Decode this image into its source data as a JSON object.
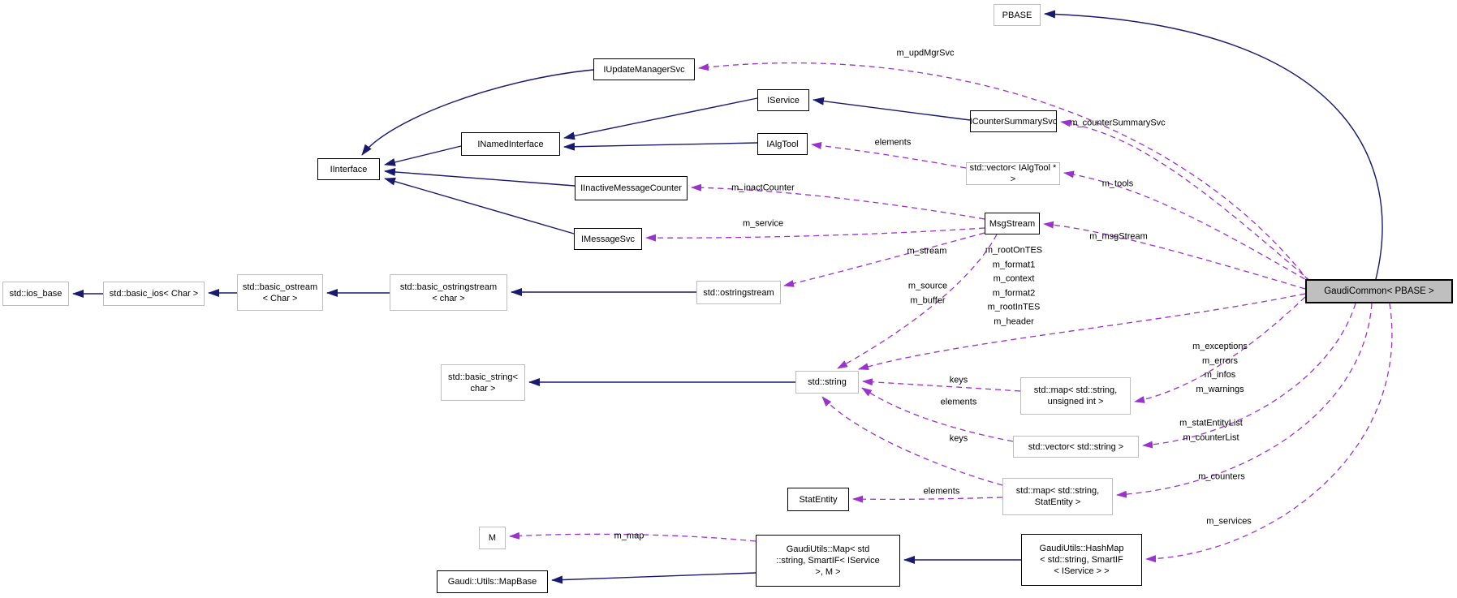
{
  "diagram": {
    "type": "class-collaboration-graph",
    "main_class": "GaudiCommon< PBASE >",
    "colors": {
      "inheritance_edge": "#191970",
      "usage_edge": "#9a32cd",
      "main_node_fill": "#bfbfbf",
      "class_border": "#000000",
      "external_border": "#bdbdbd"
    },
    "nodes": [
      {
        "id": "pbase",
        "label": "PBASE"
      },
      {
        "id": "iupdatemanagersvc",
        "label": "IUpdateManagerSvc"
      },
      {
        "id": "iservice",
        "label": "IService"
      },
      {
        "id": "inamedinterface",
        "label": "INamedInterface"
      },
      {
        "id": "ialgtool",
        "label": "IAlgTool"
      },
      {
        "id": "iinterface",
        "label": "IInterface"
      },
      {
        "id": "iinactivemessagecounter",
        "label": "IInactiveMessageCounter"
      },
      {
        "id": "imessagesvc",
        "label": "IMessageSvc"
      },
      {
        "id": "icountersummarysvc",
        "label": "ICounterSummarySvc"
      },
      {
        "id": "vector_ialgtool",
        "label": "std::vector< IAlgTool * >"
      },
      {
        "id": "msgstream",
        "label": "MsgStream"
      },
      {
        "id": "ios_base",
        "label": "std::ios_base"
      },
      {
        "id": "basic_ios",
        "label": "std::basic_ios< Char >"
      },
      {
        "id": "basic_ostream",
        "label": "std::basic_ostream\n< Char >"
      },
      {
        "id": "basic_ostringstream",
        "label": "std::basic_ostringstream\n< char >"
      },
      {
        "id": "ostringstream",
        "label": "std::ostringstream"
      },
      {
        "id": "basic_string",
        "label": "std::basic_string<\nchar >"
      },
      {
        "id": "stdstring",
        "label": "std::string"
      },
      {
        "id": "map_string_uint",
        "label": "std::map< std::string,\nunsigned int >"
      },
      {
        "id": "vector_string",
        "label": "std::vector< std::string >"
      },
      {
        "id": "map_string_statentity",
        "label": "std::map< std::string,\nStatEntity >"
      },
      {
        "id": "statentity",
        "label": "StatEntity"
      },
      {
        "id": "m",
        "label": "M"
      },
      {
        "id": "mapbase",
        "label": "Gaudi::Utils::MapBase"
      },
      {
        "id": "gaudiutils_map",
        "label": "GaudiUtils::Map< std\n::string, SmartIF< IService\n>, M >"
      },
      {
        "id": "gaudiutils_hashmap",
        "label": "GaudiUtils::HashMap\n< std::string, SmartIF\n< IService > >"
      },
      {
        "id": "gaudicommon",
        "label": "GaudiCommon< PBASE >"
      }
    ],
    "edge_labels": [
      {
        "text": "m_updMgrSvc"
      },
      {
        "text": "m_counterSummarySvc"
      },
      {
        "text": "elements"
      },
      {
        "text": "m_tools"
      },
      {
        "text": "m_msgStream"
      },
      {
        "text": "m_inactCounter"
      },
      {
        "text": "m_service"
      },
      {
        "text": "m_stream"
      },
      {
        "text": "m_source\nm_buffer"
      },
      {
        "text": "m_rootOnTES\nm_format1\nm_context\nm_format2\nm_rootInTES\nm_header"
      },
      {
        "text": "keys"
      },
      {
        "text": "elements"
      },
      {
        "text": "keys"
      },
      {
        "text": "elements"
      },
      {
        "text": "m_exceptions\nm_errors\nm_infos\nm_warnings"
      },
      {
        "text": "m_statEntityList\nm_counterList"
      },
      {
        "text": "m_counters"
      },
      {
        "text": "m_services"
      },
      {
        "text": "m_map"
      }
    ],
    "edges": [
      {
        "from": "IUpdateManagerSvc",
        "to": "IInterface",
        "relation": "inheritance"
      },
      {
        "from": "INamedInterface",
        "to": "IInterface",
        "relation": "inheritance"
      },
      {
        "from": "IInactiveMessageCounter",
        "to": "IInterface",
        "relation": "inheritance"
      },
      {
        "from": "IMessageSvc",
        "to": "IInterface",
        "relation": "inheritance"
      },
      {
        "from": "IService",
        "to": "INamedInterface",
        "relation": "inheritance"
      },
      {
        "from": "IAlgTool",
        "to": "INamedInterface",
        "relation": "inheritance"
      },
      {
        "from": "ICounterSummarySvc",
        "to": "IService",
        "relation": "inheritance"
      },
      {
        "from": "std::basic_ios< Char >",
        "to": "std::ios_base",
        "relation": "inheritance"
      },
      {
        "from": "std::basic_ostream< Char >",
        "to": "std::basic_ios< Char >",
        "relation": "inheritance"
      },
      {
        "from": "std::basic_ostringstream< char >",
        "to": "std::basic_ostream< Char >",
        "relation": "inheritance"
      },
      {
        "from": "std::ostringstream",
        "to": "std::basic_ostringstream< char >",
        "relation": "inheritance"
      },
      {
        "from": "std::string",
        "to": "std::basic_string< char >",
        "relation": "inheritance"
      },
      {
        "from": "GaudiUtils::HashMap< std::string, SmartIF< IService > >",
        "to": "GaudiUtils::Map< std::string, SmartIF< IService >, M >",
        "relation": "inheritance"
      },
      {
        "from": "GaudiUtils::Map< std::string, SmartIF< IService >, M >",
        "to": "Gaudi::Utils::MapBase",
        "relation": "inheritance"
      },
      {
        "from": "GaudiCommon< PBASE >",
        "to": "PBASE",
        "relation": "inheritance"
      },
      {
        "from": "GaudiCommon< PBASE >",
        "to": "IUpdateManagerSvc",
        "relation": "usage",
        "label": "m_updMgrSvc"
      },
      {
        "from": "GaudiCommon< PBASE >",
        "to": "ICounterSummarySvc",
        "relation": "usage",
        "label": "m_counterSummarySvc"
      },
      {
        "from": "GaudiCommon< PBASE >",
        "to": "std::vector< IAlgTool * >",
        "relation": "usage",
        "label": "m_tools"
      },
      {
        "from": "std::vector< IAlgTool * >",
        "to": "IAlgTool",
        "relation": "usage",
        "label": "elements"
      },
      {
        "from": "GaudiCommon< PBASE >",
        "to": "MsgStream",
        "relation": "usage",
        "label": "m_msgStream"
      },
      {
        "from": "MsgStream",
        "to": "IInactiveMessageCounter",
        "relation": "usage",
        "label": "m_inactCounter"
      },
      {
        "from": "MsgStream",
        "to": "IMessageSvc",
        "relation": "usage",
        "label": "m_service"
      },
      {
        "from": "MsgStream",
        "to": "std::ostringstream",
        "relation": "usage",
        "label": "m_stream"
      },
      {
        "from": "MsgStream",
        "to": "std::string",
        "relation": "usage",
        "label": "m_source m_buffer"
      },
      {
        "from": "GaudiCommon< PBASE >",
        "to": "std::string",
        "relation": "usage",
        "label": "m_rootOnTES m_format1 m_context m_format2 m_rootInTES m_header"
      },
      {
        "from": "std::map< std::string, unsigned int >",
        "to": "std::string",
        "relation": "usage",
        "label": "keys"
      },
      {
        "from": "std::vector< std::string >",
        "to": "std::string",
        "relation": "usage",
        "label": "elements"
      },
      {
        "from": "std::map< std::string, StatEntity >",
        "to": "std::string",
        "relation": "usage",
        "label": "keys"
      },
      {
        "from": "GaudiCommon< PBASE >",
        "to": "std::map< std::string, unsigned int >",
        "relation": "usage",
        "label": "m_exceptions m_errors m_infos m_warnings"
      },
      {
        "from": "GaudiCommon< PBASE >",
        "to": "std::vector< std::string >",
        "relation": "usage",
        "label": "m_statEntityList m_counterList"
      },
      {
        "from": "GaudiCommon< PBASE >",
        "to": "std::map< std::string, StatEntity >",
        "relation": "usage",
        "label": "m_counters"
      },
      {
        "from": "std::map< std::string, StatEntity >",
        "to": "StatEntity",
        "relation": "usage",
        "label": "elements"
      },
      {
        "from": "GaudiCommon< PBASE >",
        "to": "GaudiUtils::HashMap< std::string, SmartIF< IService > >",
        "relation": "usage",
        "label": "m_services"
      },
      {
        "from": "GaudiUtils::Map< std::string, SmartIF< IService >, M >",
        "to": "M",
        "relation": "usage",
        "label": "m_map"
      }
    ]
  }
}
